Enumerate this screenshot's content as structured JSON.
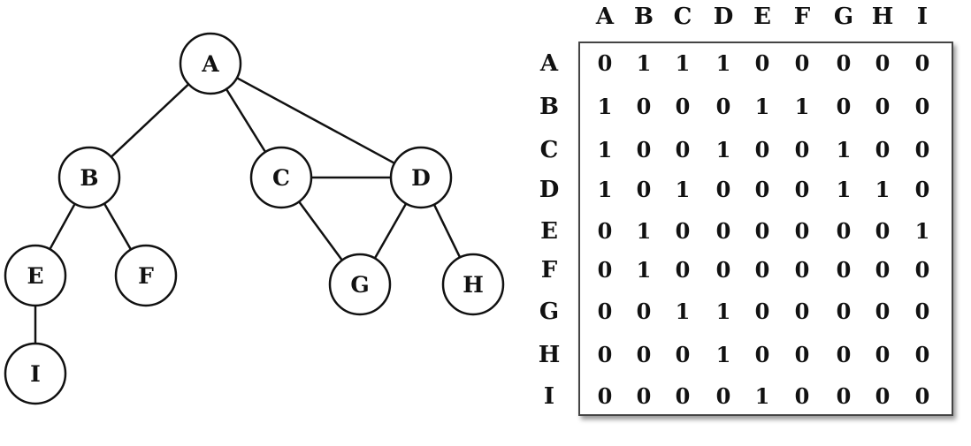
{
  "graph": {
    "nodes": [
      {
        "id": "A",
        "label": "A"
      },
      {
        "id": "B",
        "label": "B"
      },
      {
        "id": "C",
        "label": "C"
      },
      {
        "id": "D",
        "label": "D"
      },
      {
        "id": "E",
        "label": "E"
      },
      {
        "id": "F",
        "label": "F"
      },
      {
        "id": "G",
        "label": "G"
      },
      {
        "id": "H",
        "label": "H"
      },
      {
        "id": "I",
        "label": "I"
      }
    ],
    "edges": [
      [
        "A",
        "B"
      ],
      [
        "A",
        "C"
      ],
      [
        "A",
        "D"
      ],
      [
        "B",
        "E"
      ],
      [
        "B",
        "F"
      ],
      [
        "C",
        "D"
      ],
      [
        "C",
        "G"
      ],
      [
        "D",
        "G"
      ],
      [
        "D",
        "H"
      ],
      [
        "E",
        "I"
      ]
    ]
  },
  "matrix": {
    "column_headers": [
      "A",
      "B",
      "C",
      "D",
      "E",
      "F",
      "G",
      "H",
      "I"
    ],
    "row_headers": [
      "A",
      "B",
      "C",
      "D",
      "E",
      "F",
      "G",
      "H",
      "I"
    ],
    "rows": [
      [
        "0",
        "1",
        "1",
        "1",
        "0",
        "0",
        "0",
        "0",
        "0"
      ],
      [
        "1",
        "0",
        "0",
        "0",
        "1",
        "1",
        "0",
        "0",
        "0"
      ],
      [
        "1",
        "0",
        "0",
        "1",
        "0",
        "0",
        "1",
        "0",
        "0"
      ],
      [
        "1",
        "0",
        "1",
        "0",
        "0",
        "0",
        "1",
        "1",
        "0"
      ],
      [
        "0",
        "1",
        "0",
        "0",
        "0",
        "0",
        "0",
        "0",
        "1"
      ],
      [
        "0",
        "1",
        "0",
        "0",
        "0",
        "0",
        "0",
        "0",
        "0"
      ],
      [
        "0",
        "0",
        "1",
        "1",
        "0",
        "0",
        "0",
        "0",
        "0"
      ],
      [
        "0",
        "0",
        "0",
        "1",
        "0",
        "0",
        "0",
        "0",
        "0"
      ],
      [
        "0",
        "0",
        "0",
        "0",
        "1",
        "0",
        "0",
        "0",
        "0"
      ]
    ]
  }
}
